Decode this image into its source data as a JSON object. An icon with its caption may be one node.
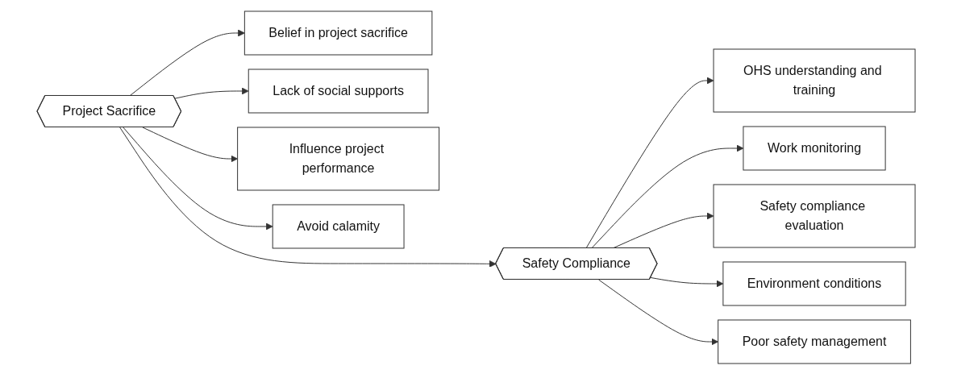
{
  "diagram": {
    "nodes": [
      {
        "text": [
          "Belief in project sacrifice"
        ]
      },
      {
        "text": [
          "Lack of social supports"
        ]
      },
      {
        "text": [
          "Influence project performance"
        ]
      },
      {
        "text": [
          "Avoid calamity"
        ]
      },
      {
        "text": [
          "Project Sacrifice"
        ]
      },
      {
        "text": [
          "Safety Compliance"
        ]
      },
      {
        "text": [
          "OHS understanding and training"
        ]
      },
      {
        "text": [
          "Work monitoring"
        ]
      },
      {
        "text": [
          "Safety compliance evaluation"
        ]
      },
      {
        "text": [
          "Environment conditions"
        ]
      },
      {
        "text": [
          "Poor safety management"
        ]
      }
    ],
    "edges": [
      {
        "from": 4,
        "to": 0,
        "arrow": "to"
      },
      {
        "from": 4,
        "to": 1,
        "arrow": "to"
      },
      {
        "from": 4,
        "to": 2,
        "arrow": "to"
      },
      {
        "from": 4,
        "to": 3,
        "arrow": "to"
      },
      {
        "from": 4,
        "to": 5,
        "arrow": "to"
      },
      {
        "from": 5,
        "to": 6,
        "arrow": "to"
      },
      {
        "from": 5,
        "to": 7,
        "arrow": "to"
      },
      {
        "from": 5,
        "to": 8,
        "arrow": "to"
      },
      {
        "from": 5,
        "to": 9,
        "arrow": "to"
      },
      {
        "from": 5,
        "to": 10,
        "arrow": "to"
      }
    ]
  }
}
